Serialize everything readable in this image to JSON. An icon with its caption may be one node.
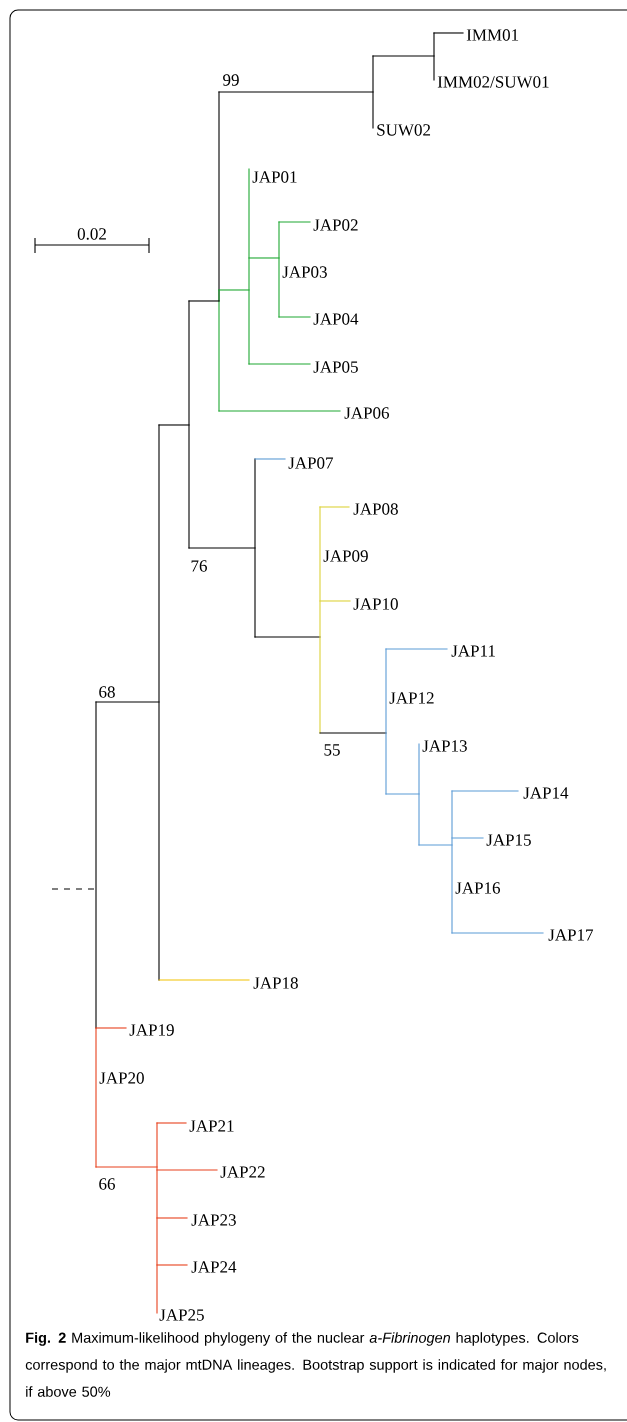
{
  "diagram": {
    "caption": "**Fig. 2** Maximum-likelihood phylogeny of the nuclear *a-Fibrinogen* haplotypes. Colors correspond to the major mtDNA lineages. Bootstrap support is indicated for major nodes, if above 50%",
    "labels": [
      "IMM01",
      "99",
      "IMM02/SUW01",
      "SUW02",
      "JAP01",
      "JAP02",
      "0.02",
      "JAP03",
      "JAP04",
      "JAP05",
      "JAP06",
      "JAP07",
      "JAP08",
      "JAP09",
      "76",
      "JAP10",
      "JAP11",
      "68",
      "JAP12",
      "JAP13",
      "55",
      "JAP14",
      "JAP15",
      "JAP16",
      "JAP17",
      "JAP18",
      "JAP19",
      "JAP20",
      "JAP21",
      "JAP22",
      "66",
      "JAP23",
      "JAP24",
      "JAP25"
    ]
  }
}
